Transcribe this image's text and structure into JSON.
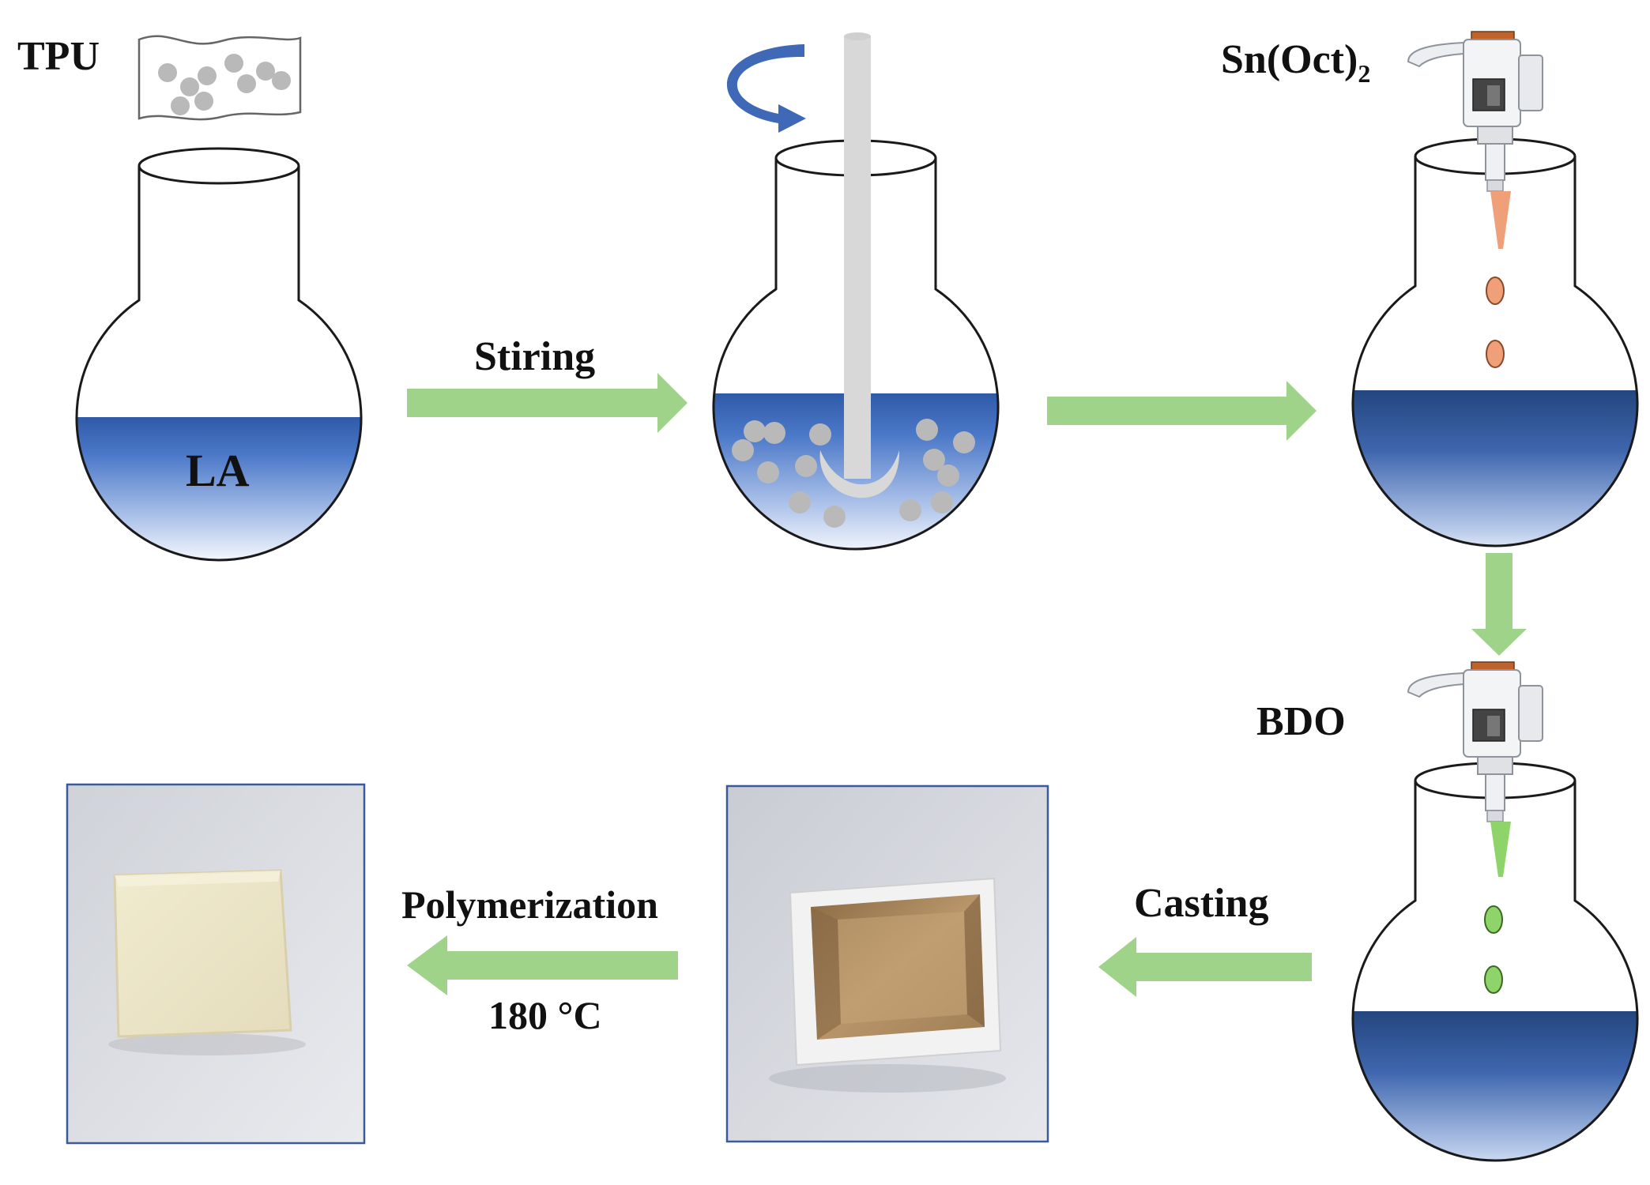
{
  "labels": {
    "tpu": "TPU",
    "la": "LA",
    "stirring": "Stiring",
    "catalyst_base": "Sn(Oct)",
    "catalyst_sub": "2",
    "bdo": "BDO",
    "casting": "Casting",
    "polymerization": "Polymerization",
    "temperature": "180 °C"
  },
  "colors": {
    "arrow": "#9fd38a",
    "liquid": "#3b68b8",
    "rotation_arrow": "#3f69b6",
    "particle": "#b9b9b9",
    "catalyst_drop": "#f0a078",
    "bdo_drop": "#8fd46a",
    "photo_border": "#3a5a9a"
  },
  "icons": {
    "stir_direction": "rotation-arrow-icon",
    "pipette": "pipette-icon"
  }
}
